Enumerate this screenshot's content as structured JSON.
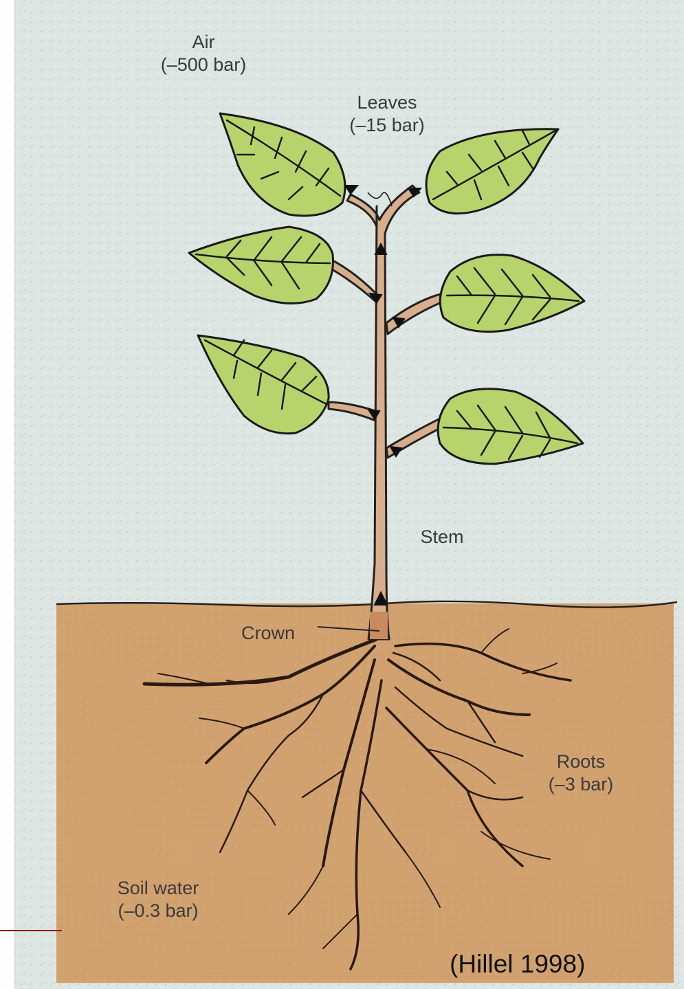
{
  "labels": {
    "air": {
      "name": "Air",
      "value": "(–500 bar)"
    },
    "leaves": {
      "name": "Leaves",
      "value": "(–15 bar)"
    },
    "stem": {
      "name": "Stem"
    },
    "crown": {
      "name": "Crown"
    },
    "roots": {
      "name": "Roots",
      "value": "(–3 bar)"
    },
    "soil_water": {
      "name": "Soil water",
      "value": "(–0.3 bar)"
    }
  },
  "citation": "(Hillel 1998)",
  "colors": {
    "background": "#dde6e2",
    "soil": "#d1a26f",
    "stem": "#d8ae8c",
    "leaf": "#b7d46c",
    "outline": "#1a1a1a",
    "rule": "#8b1a1a"
  }
}
